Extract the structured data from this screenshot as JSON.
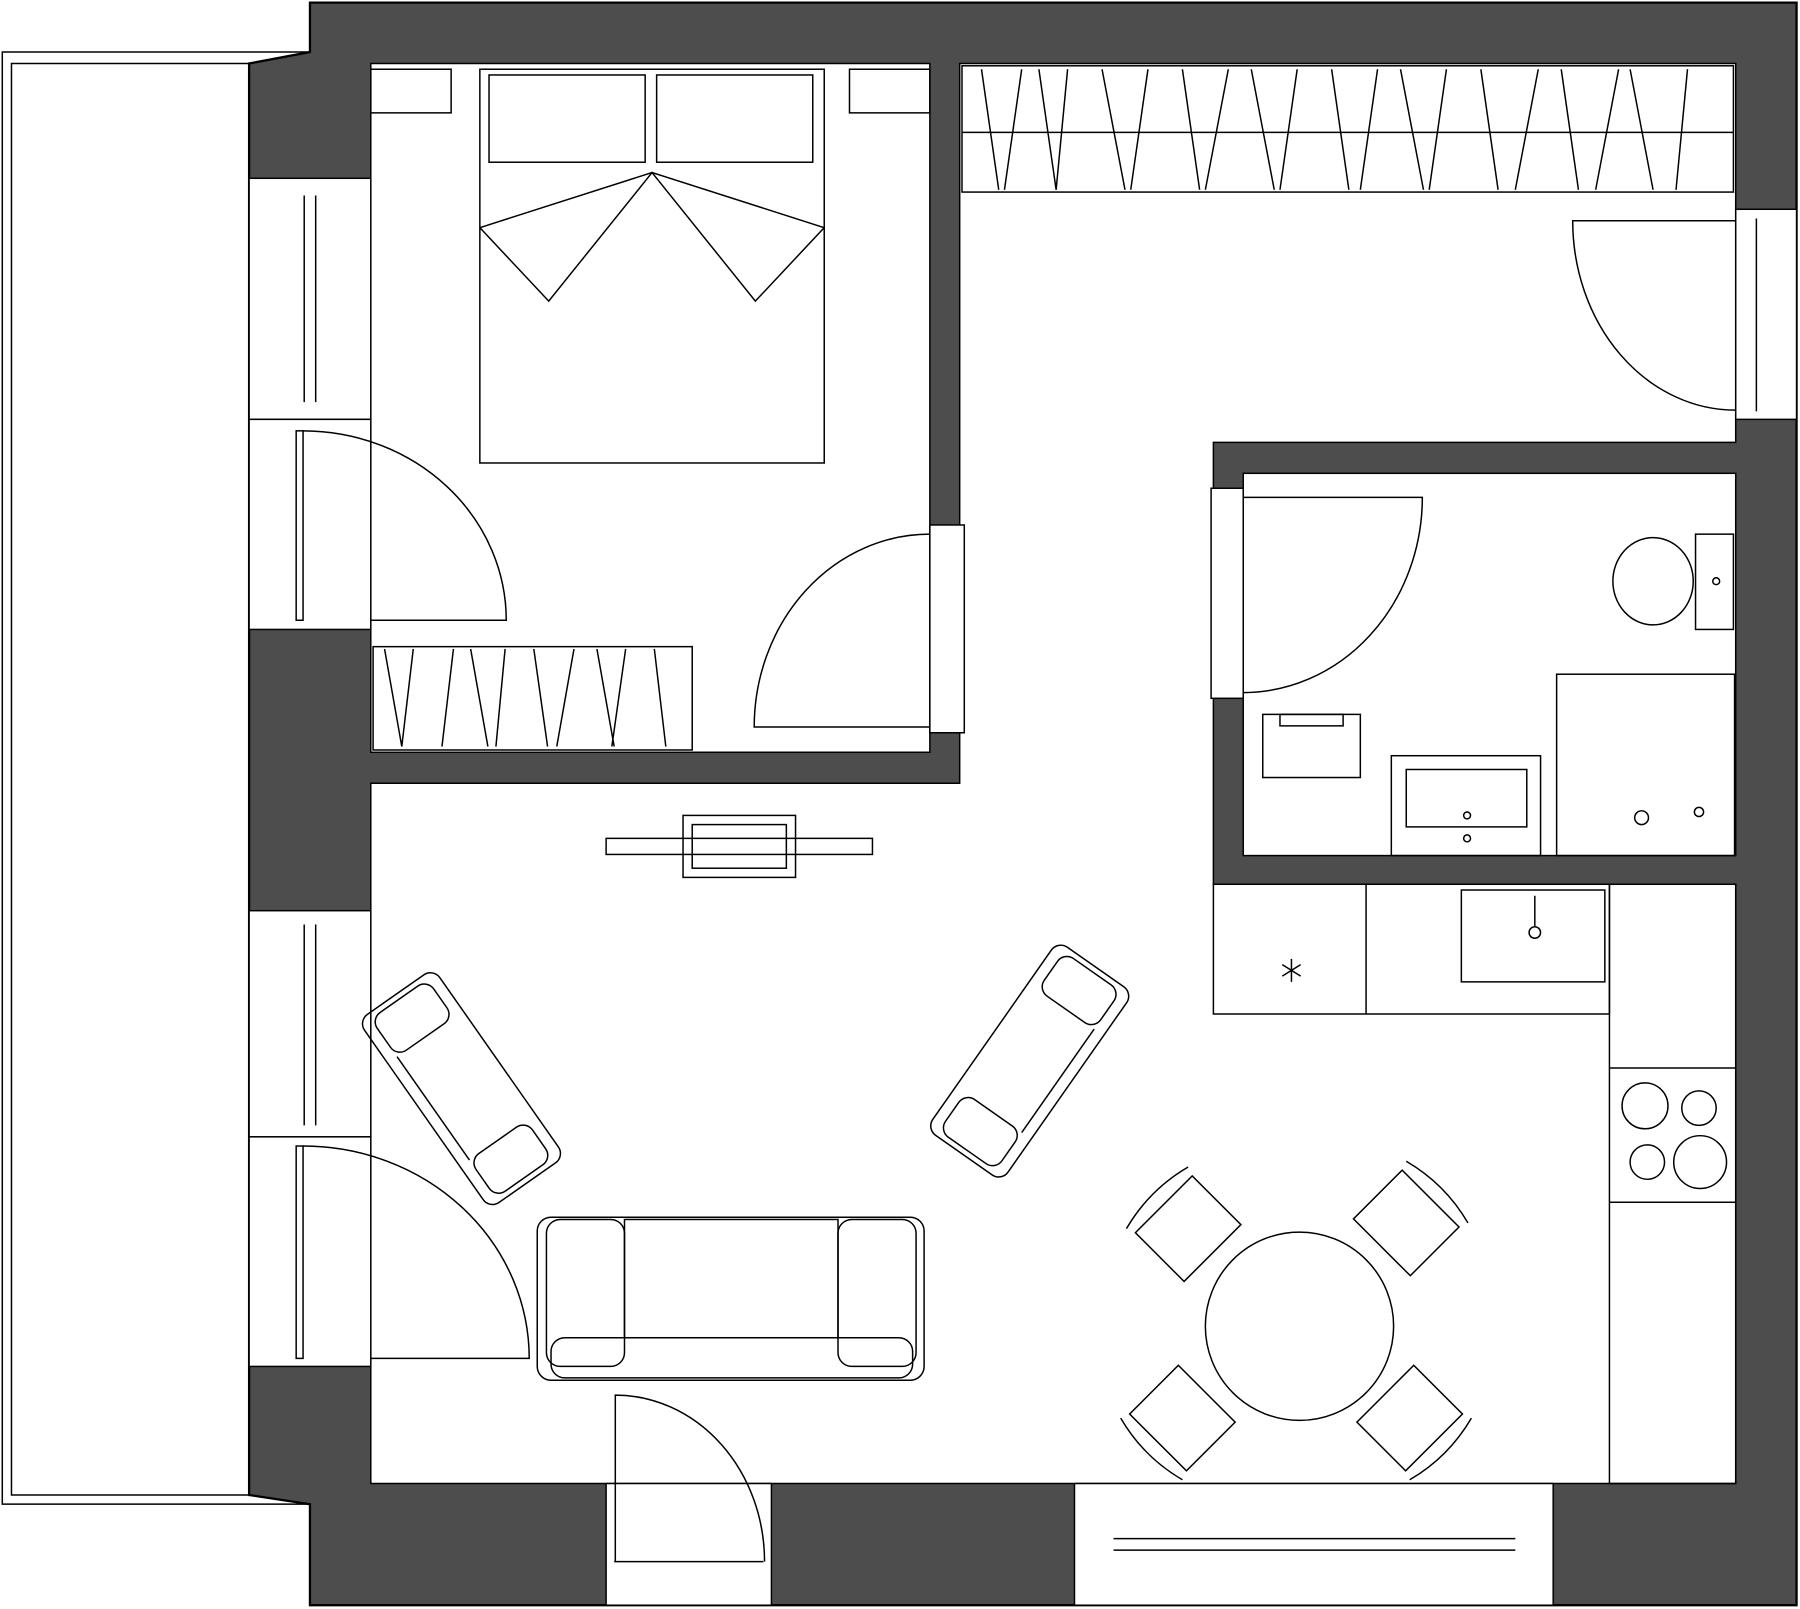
{
  "plan": {
    "type": "apartment-floor-plan",
    "colors": {
      "wall": "#4d4d4d",
      "floor": "#ffffff",
      "line": "#000000"
    },
    "rooms": [
      "bedroom",
      "hallway",
      "bathroom",
      "living-kitchen",
      "balcony"
    ]
  }
}
